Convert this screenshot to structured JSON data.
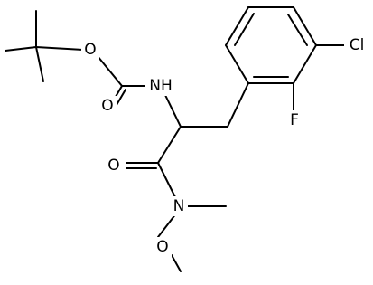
{
  "atoms": {
    "ester_oxygen": "O",
    "carbonyl_oxygen_boc": "O",
    "amide_nitrogen": "NH",
    "carbonyl_oxygen_amide": "O",
    "weinreb_nitrogen": "N",
    "methoxy_oxygen": "O",
    "chlorine": "Cl",
    "fluorine": "F"
  },
  "colors": {
    "bond": "#000000",
    "label": "#000000",
    "background": "#ffffff"
  }
}
